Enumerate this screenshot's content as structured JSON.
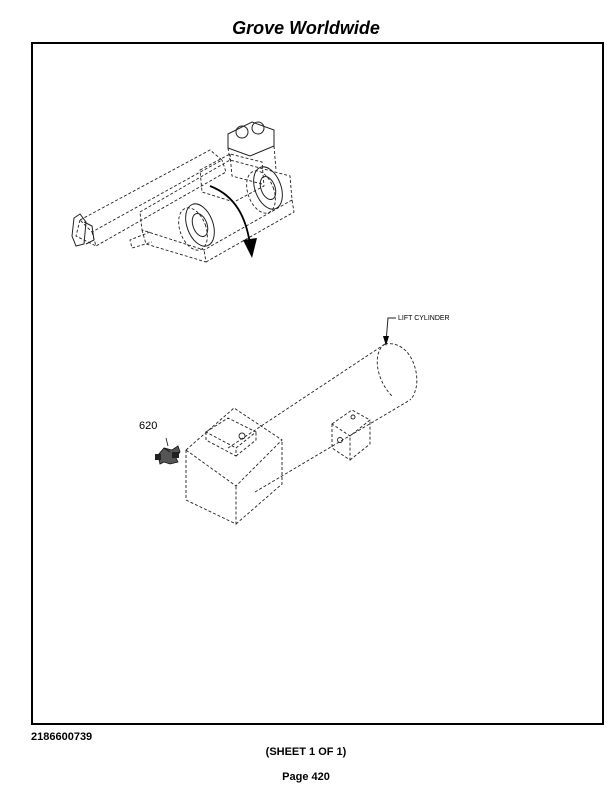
{
  "header": {
    "title": "Grove Worldwide"
  },
  "drawing": {
    "callout_label": "LIFT CYLINDER",
    "part_number": "620"
  },
  "footer": {
    "doc_number": "2186600739",
    "sheet": "(SHEET 1 OF 1)",
    "page": "Page 420"
  }
}
